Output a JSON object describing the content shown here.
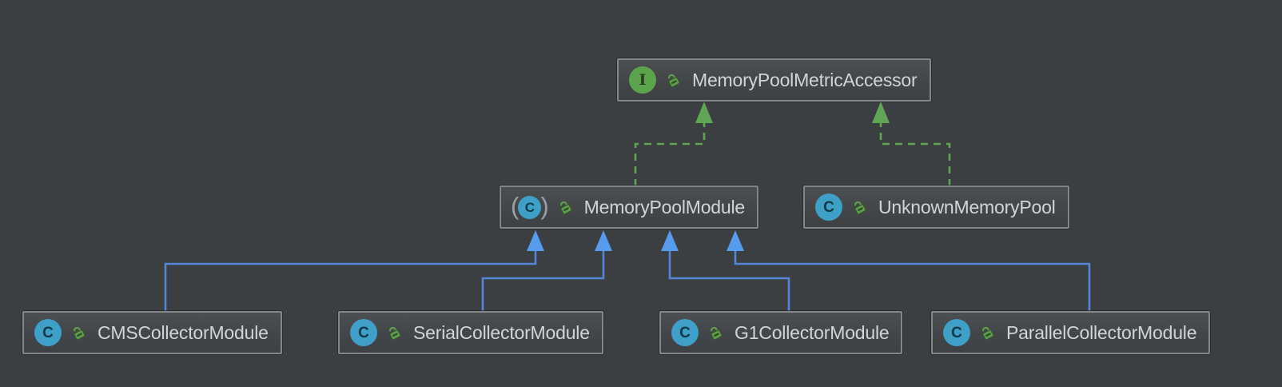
{
  "window": {
    "background": "#3c3f41"
  },
  "colors": {
    "realization_edge": "#5fa553",
    "realization_arrow": "#5fa553",
    "inheritance_edge": "#5585d6",
    "inheritance_arrow": "#579bee",
    "node_border": "#848688",
    "node_text": "#d2d4d5",
    "interface_icon_bg": "#5ca44b",
    "class_icon_bg": "#3e9fc7",
    "lock_icon_green": "#5e9e4b"
  },
  "icon_parens": [
    "(",
    ")"
  ],
  "nodes": [
    {
      "id": "MemoryPoolMetricAccessor",
      "label": "MemoryPoolMetricAccessor",
      "kind": "interface",
      "kind_letter": "I",
      "visibility": "public"
    },
    {
      "id": "MemoryPoolModule",
      "label": "MemoryPoolModule",
      "kind": "abstract-class",
      "kind_letter": "C",
      "visibility": "public"
    },
    {
      "id": "UnknownMemoryPool",
      "label": "UnknownMemoryPool",
      "kind": "class",
      "kind_letter": "C",
      "visibility": "public"
    },
    {
      "id": "CMSCollectorModule",
      "label": "CMSCollectorModule",
      "kind": "class",
      "kind_letter": "C",
      "visibility": "public"
    },
    {
      "id": "SerialCollectorModule",
      "label": "SerialCollectorModule",
      "kind": "class",
      "kind_letter": "C",
      "visibility": "public"
    },
    {
      "id": "G1CollectorModule",
      "label": "G1CollectorModule",
      "kind": "class",
      "kind_letter": "C",
      "visibility": "public"
    },
    {
      "id": "ParallelCollectorModule",
      "label": "ParallelCollectorModule",
      "kind": "class",
      "kind_letter": "C",
      "visibility": "public"
    }
  ],
  "edges": [
    {
      "from": "MemoryPoolModule",
      "to": "MemoryPoolMetricAccessor",
      "type": "realization",
      "style": "dashed"
    },
    {
      "from": "UnknownMemoryPool",
      "to": "MemoryPoolMetricAccessor",
      "type": "realization",
      "style": "dashed"
    },
    {
      "from": "CMSCollectorModule",
      "to": "MemoryPoolModule",
      "type": "inheritance",
      "style": "solid"
    },
    {
      "from": "SerialCollectorModule",
      "to": "MemoryPoolModule",
      "type": "inheritance",
      "style": "solid"
    },
    {
      "from": "G1CollectorModule",
      "to": "MemoryPoolModule",
      "type": "inheritance",
      "style": "solid"
    },
    {
      "from": "ParallelCollectorModule",
      "to": "MemoryPoolModule",
      "type": "inheritance",
      "style": "solid"
    }
  ]
}
